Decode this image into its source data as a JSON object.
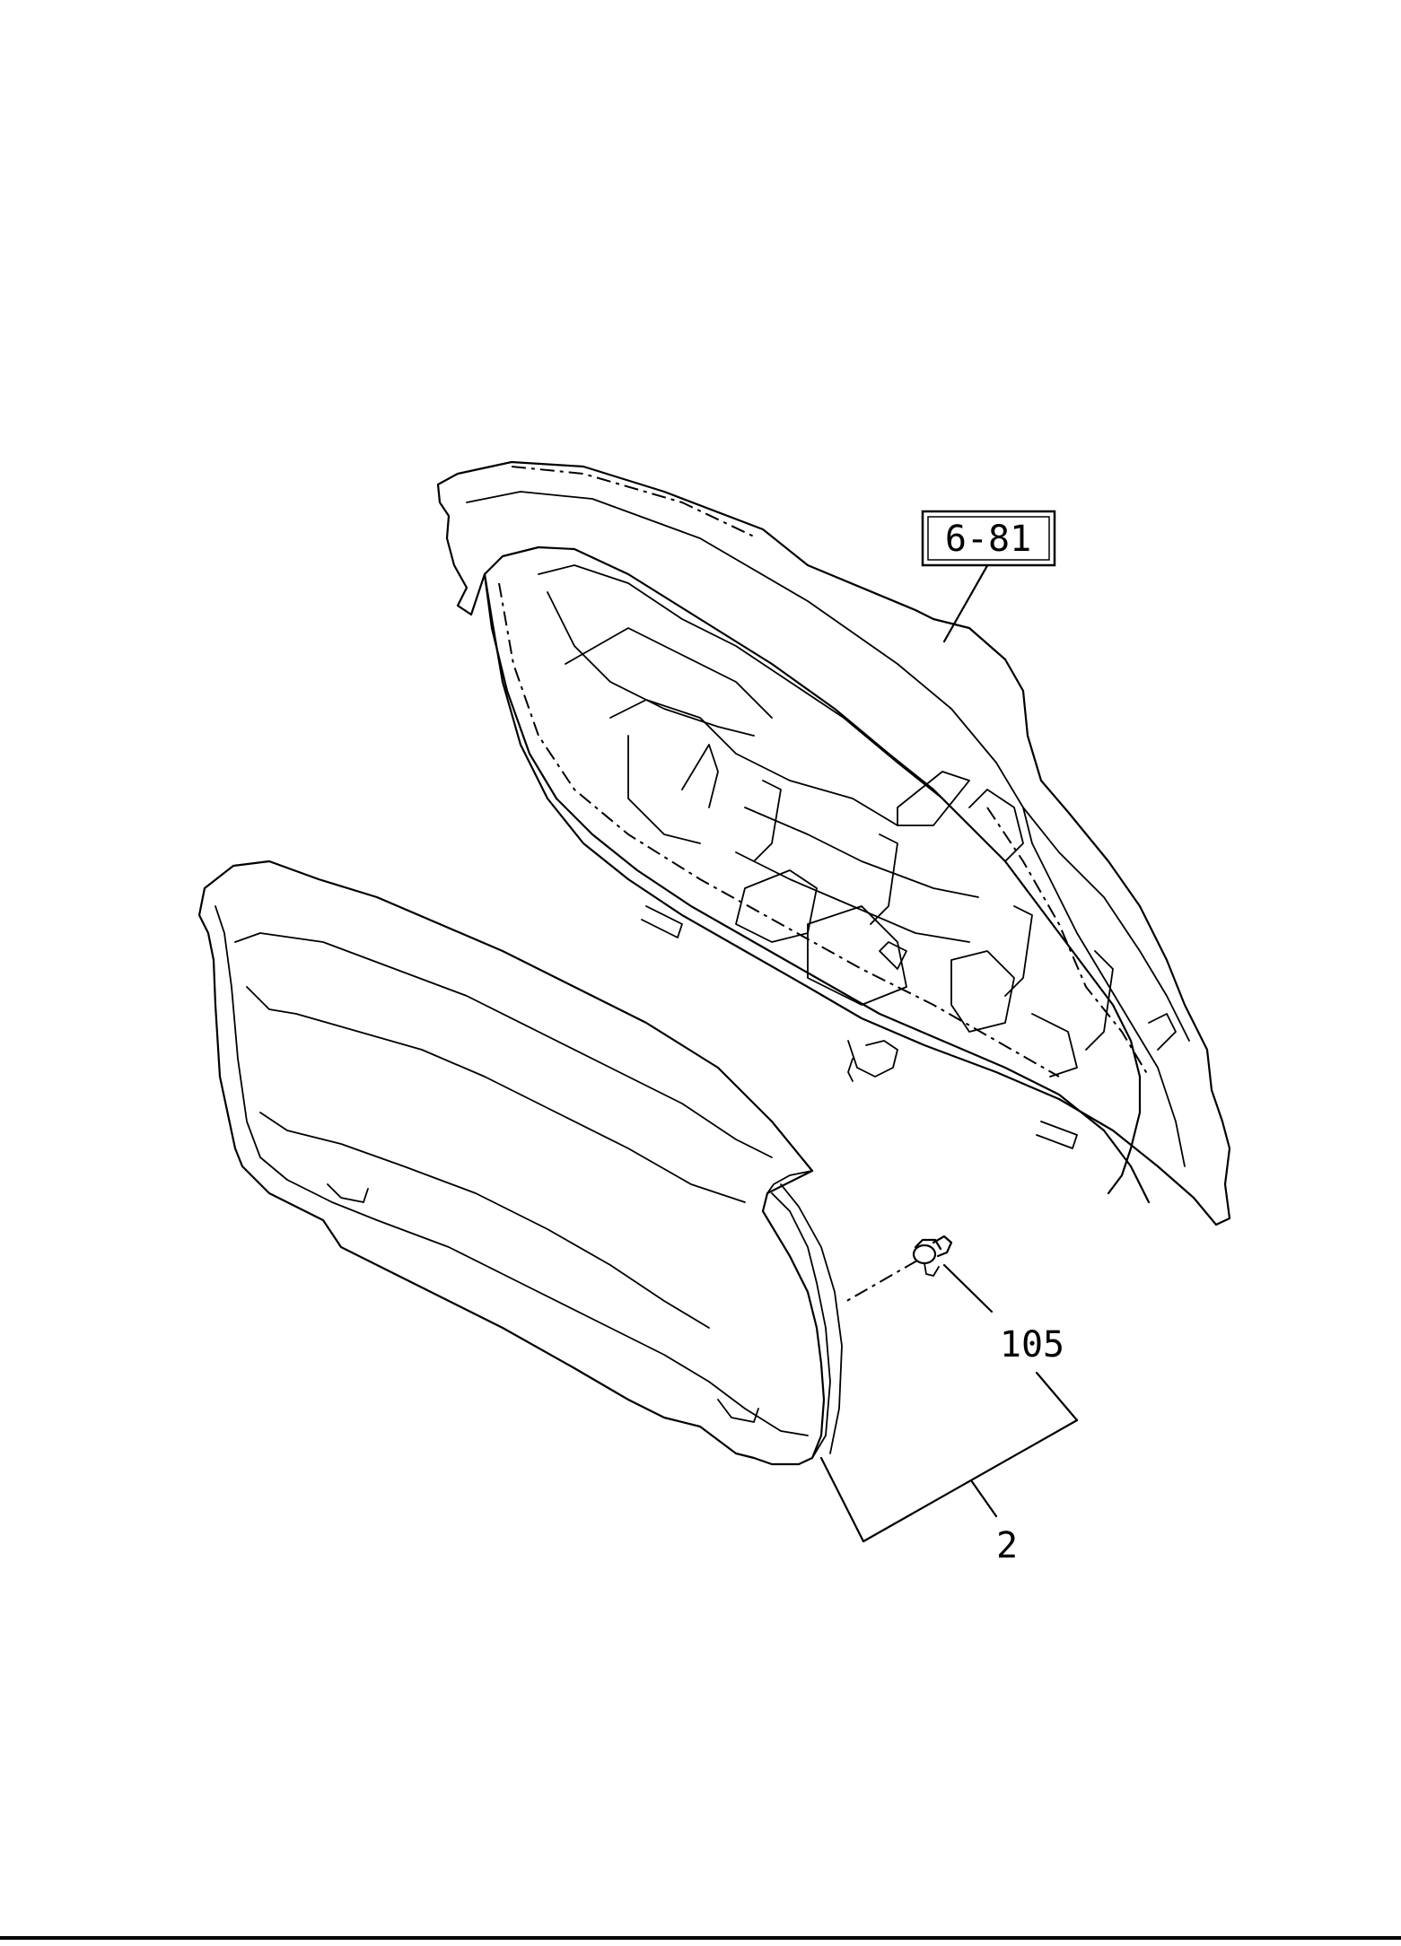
{
  "callouts": {
    "reference": "6-81",
    "clip": "105",
    "trim": "2"
  }
}
